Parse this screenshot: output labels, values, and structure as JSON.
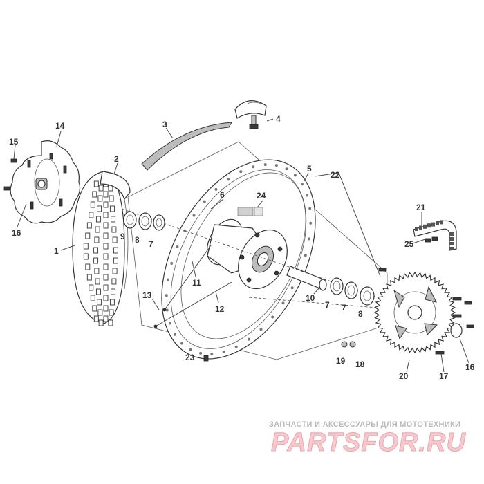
{
  "callouts": {
    "c1": "1",
    "c2": "2",
    "c3": "3",
    "c4": "4",
    "c5": "5",
    "c6": "6",
    "c7a": "7",
    "c7b": "7",
    "c7c": "7",
    "c8a": "8",
    "c8b": "8",
    "c9": "9",
    "c10": "10",
    "c11": "11",
    "c12": "12",
    "c13": "13",
    "c14": "14",
    "c15": "15",
    "c16a": "16",
    "c16b": "16",
    "c17": "17",
    "c18": "18",
    "c19": "19",
    "c20": "20",
    "c21": "21",
    "c22": "22",
    "c23": "23",
    "c24": "24",
    "c25": "25"
  },
  "watermark": {
    "tagline": "ЗАПЧАСТИ И АКСЕССУАРЫ ДЛЯ МОТОТЕХНИКИ",
    "logo_text": "PARTSFOR.RU"
  }
}
